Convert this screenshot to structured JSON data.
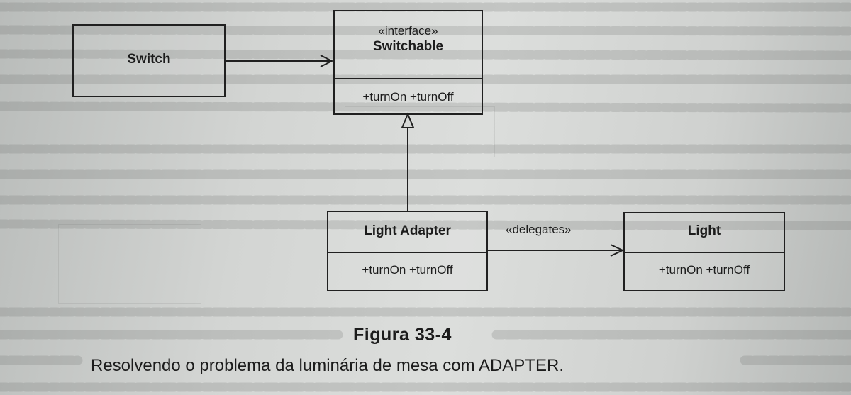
{
  "diagram": {
    "switch": {
      "name": "Switch"
    },
    "switchable": {
      "stereotype": "«interface»",
      "name": "Switchable",
      "operations": "+turnOn +turnOff"
    },
    "light_adapter": {
      "name": "Light Adapter",
      "operations": "+turnOn +turnOff"
    },
    "light": {
      "name": "Light",
      "operations": "+turnOn +turnOff"
    },
    "delegates_label": "«delegates»"
  },
  "caption": {
    "figure_number": "Figura 33-4",
    "text": "Resolvendo o problema da luminária de mesa com ADAPTER."
  }
}
